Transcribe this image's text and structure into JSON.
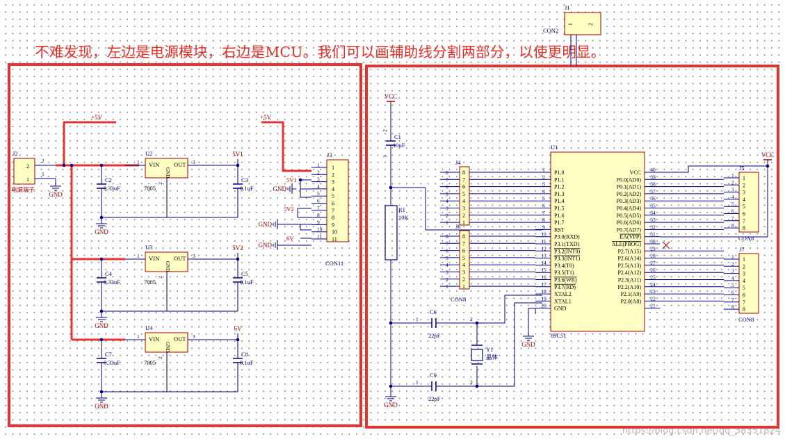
{
  "headline": "不难发现，左边是电源模块，右边是MCU。我们可以画辅助线分割两部分，以使更明显。",
  "watermark": "https://blog.csdn.net/qq_38351824",
  "colors": {
    "wire": "#000080",
    "power_label": "#a80000",
    "part_fill": "#ffffc4",
    "part_stroke": "#a00000",
    "highlight": "#e53333",
    "component_text": "#000080"
  },
  "left": {
    "j2": {
      "ref": "J2",
      "name": "电源端子",
      "pins": [
        "2",
        "1"
      ]
    },
    "plus5v_a": "+5V",
    "plus5v_b": "+5V",
    "regs": [
      {
        "ref": "U2",
        "text": "VIN OUT",
        "gnd": "GND",
        "part": "7805",
        "pin1": "1",
        "pin2": "2",
        "pin3": "3",
        "net": "5V1",
        "cin": "C2",
        "cin_val": "0.33uF",
        "cout": "C3",
        "cout_val": "0.1uF"
      },
      {
        "ref": "U3",
        "text": "VIN OUT",
        "gnd": "GND",
        "part": "7805",
        "pin1": "1",
        "pin2": "2",
        "pin3": "3",
        "net": "5V2",
        "cin": "C4",
        "cin_val": "0.33uF",
        "cout": "C5",
        "cout_val": "0.1uF"
      },
      {
        "ref": "U4",
        "text": "VIN OUT",
        "gnd": "GND",
        "part": "7805",
        "pin1": "1",
        "pin2": "2",
        "pin3": "3",
        "net": "6V",
        "cin": "C7",
        "cin_val": "0.33uF",
        "cout": "C8",
        "cout_val": "0.1uF"
      }
    ],
    "gnd": "GND",
    "j3": {
      "ref": "J3",
      "name": "CON11",
      "pins": [
        "1",
        "2",
        "3",
        "4",
        "5",
        "6",
        "7",
        "8",
        "9",
        "10",
        "11"
      ],
      "nets": {
        "n5v1": "5V1",
        "n5v2": "5V2",
        "n6v": "6V",
        "gnd": "GND"
      }
    }
  },
  "right": {
    "vcc": "VCC",
    "c1": {
      "ref": "C1",
      "val": "10uF",
      "p1": "1",
      "p2": "2"
    },
    "r1": {
      "ref": "R1",
      "val": "10K"
    },
    "c6": {
      "ref": "C6",
      "val": "22pF",
      "p1": "1",
      "p2": "2"
    },
    "c9": {
      "ref": "C9",
      "val": "22pF",
      "p1": "1",
      "p2": "2"
    },
    "y1": {
      "ref": "Y1",
      "name": "晶体"
    },
    "j1": {
      "ref": "J1",
      "name": "CON2",
      "pins": [
        "1",
        "2"
      ]
    },
    "j4": {
      "ref": "J4",
      "name": "CON8",
      "pins": [
        "8",
        "7",
        "6",
        "5",
        "4",
        "3",
        "2",
        "1"
      ]
    },
    "j6": {
      "ref": "J6",
      "name": "CON8",
      "pins": [
        "8",
        "7",
        "6",
        "5",
        "4",
        "3",
        "2",
        "1"
      ]
    },
    "j5": {
      "ref": "J5",
      "name": "CON8",
      "pins": [
        "1",
        "2",
        "3",
        "4",
        "5",
        "6",
        "7",
        "8"
      ]
    },
    "j7": {
      "ref": "J7",
      "name": "CON8",
      "pins": [
        "1",
        "2",
        "3",
        "4",
        "5",
        "6",
        "7",
        "8"
      ]
    },
    "u1": {
      "ref": "U1",
      "part": "89C51",
      "left_pins": [
        {
          "n": "1",
          "l": "P1.0"
        },
        {
          "n": "2",
          "l": "P1.1"
        },
        {
          "n": "3",
          "l": "P1.2"
        },
        {
          "n": "4",
          "l": "P1.3"
        },
        {
          "n": "5",
          "l": "P1.4"
        },
        {
          "n": "6",
          "l": "P1.5"
        },
        {
          "n": "7",
          "l": "P1.6"
        },
        {
          "n": "8",
          "l": "P1.7"
        },
        {
          "n": "9",
          "l": "RST"
        },
        {
          "n": "10",
          "l": "P3.0(RXD)"
        },
        {
          "n": "11",
          "l": "P3.1(TXD)"
        },
        {
          "n": "12",
          "l": "P3.2(INT0)"
        },
        {
          "n": "13",
          "l": "P3.3(INT1)"
        },
        {
          "n": "14",
          "l": "P3.4(T0)"
        },
        {
          "n": "15",
          "l": "P3.5(T1)"
        },
        {
          "n": "16",
          "l": "P3.6(WR)"
        },
        {
          "n": "17",
          "l": "P3.7(RD)"
        },
        {
          "n": "18",
          "l": "XTAL2"
        },
        {
          "n": "19",
          "l": "XTAL1"
        },
        {
          "n": "20",
          "l": "GND"
        }
      ],
      "right_pins": [
        {
          "n": "40",
          "l": "VCC"
        },
        {
          "n": "39",
          "l": "P0.0(AD0)"
        },
        {
          "n": "38",
          "l": "P0.1(AD1)"
        },
        {
          "n": "37",
          "l": "P0.2(AD2)"
        },
        {
          "n": "36",
          "l": "P0.3(AD3)"
        },
        {
          "n": "35",
          "l": "P0.4(AD4)"
        },
        {
          "n": "34",
          "l": "P0.5(AD5)"
        },
        {
          "n": "33",
          "l": "P0.6(AD6)"
        },
        {
          "n": "32",
          "l": "P0.7(AD7)"
        },
        {
          "n": "31",
          "l": "EA(VPP)"
        },
        {
          "n": "30",
          "l": "ALE(PROG)"
        },
        {
          "n": "29",
          "l": "P2.7(A15)"
        },
        {
          "n": "28",
          "l": "P2.6(A14)"
        },
        {
          "n": "27",
          "l": "P2.5(A13)"
        },
        {
          "n": "26",
          "l": "P2.4(A12)"
        },
        {
          "n": "25",
          "l": "P2.3(A11)"
        },
        {
          "n": "24",
          "l": "P2.2(A10)"
        },
        {
          "n": "23",
          "l": "P2.1(A9)"
        },
        {
          "n": "22",
          "l": "P2.0(A8)"
        },
        {
          "n": "21",
          "l": ""
        }
      ]
    },
    "gnd": "GND"
  }
}
